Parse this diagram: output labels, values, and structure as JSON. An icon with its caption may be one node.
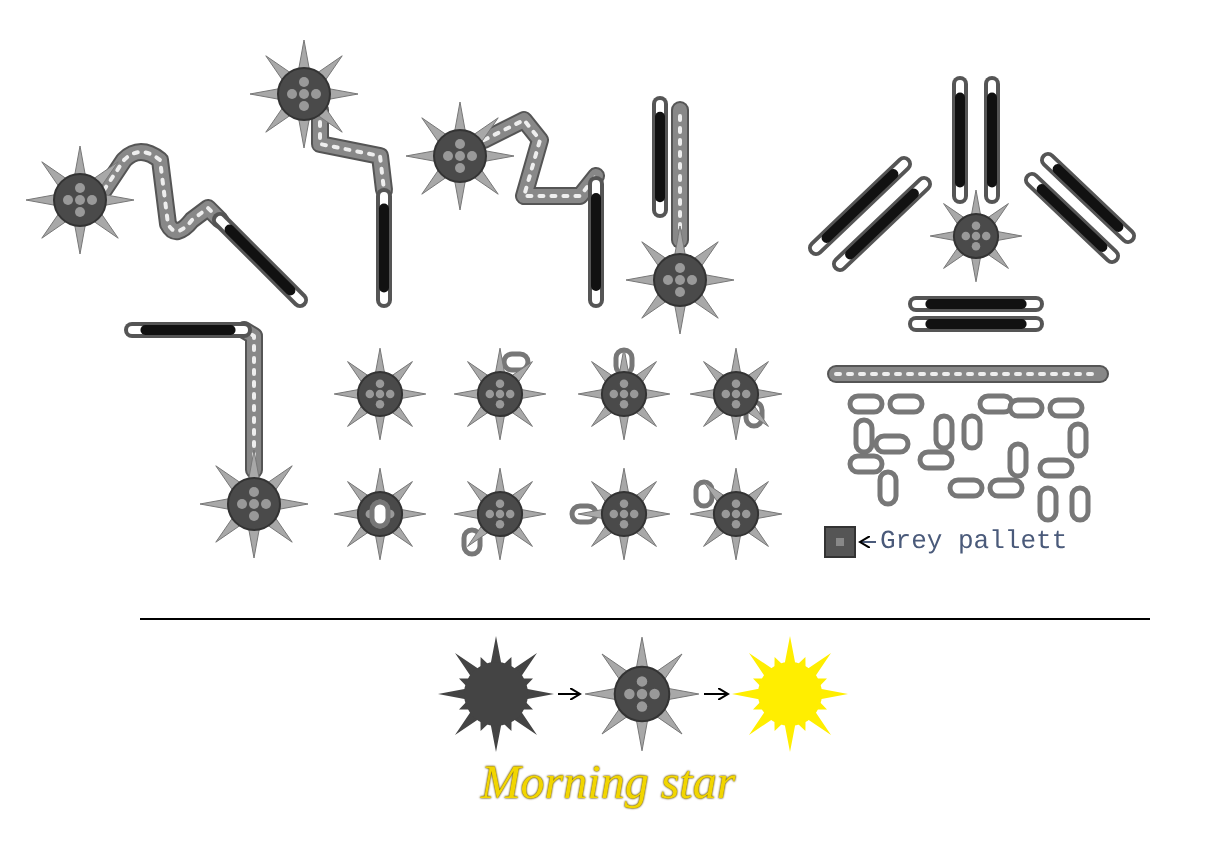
{
  "diagram": {
    "caption": "Morning star",
    "nodes": [
      {
        "text": [
          "Grey pallett"
        ]
      },
      {
        "text": [],
        "shape": "box"
      },
      {
        "text": [],
        "shape": "picture"
      },
      {
        "text": [],
        "shape": "picture"
      },
      {
        "text": [],
        "shape": "picture"
      }
    ],
    "edges": [
      {
        "from": 0,
        "to": 1,
        "arrow": "to",
        "color": "#4a5a7a"
      },
      {
        "from": 2,
        "to": 3,
        "arrow": "to"
      },
      {
        "from": 3,
        "to": 4,
        "arrow": "to"
      }
    ]
  }
}
